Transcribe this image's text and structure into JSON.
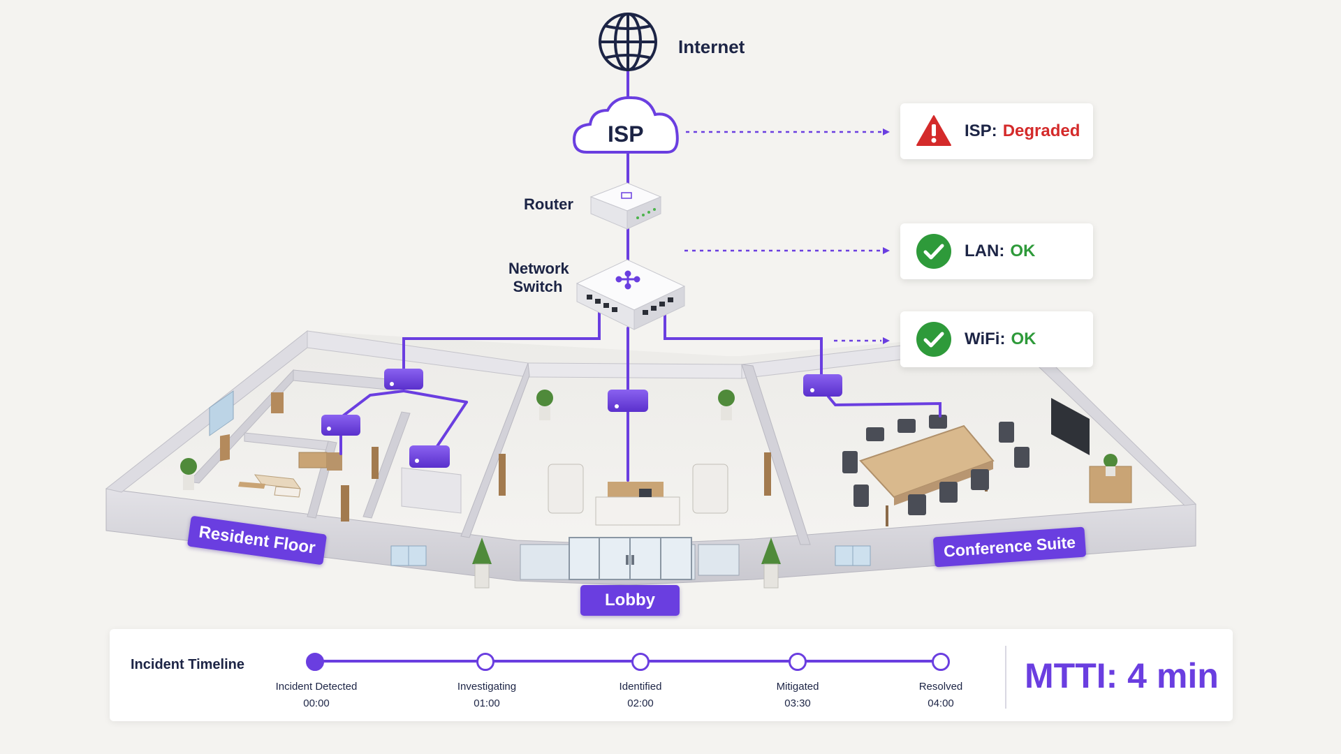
{
  "topology": {
    "internet_label": "Internet",
    "isp_label": "ISP",
    "router_label": "Router",
    "switch_label_line1": "Network",
    "switch_label_line2": "Switch"
  },
  "status": [
    {
      "key": "ISP:",
      "value": "Degraded",
      "icon": "warning-triangle-icon",
      "color": "#d42a2a"
    },
    {
      "key": "LAN:",
      "value": "OK",
      "icon": "check-circle-icon",
      "color": "#2e9a3a"
    },
    {
      "key": "WiFi:",
      "value": "OK",
      "icon": "check-circle-icon",
      "color": "#2e9a3a"
    }
  ],
  "zones": {
    "resident": "Resident Floor",
    "lobby": "Lobby",
    "conference": "Conference Suite"
  },
  "timeline": {
    "title": "Incident Timeline",
    "steps": [
      {
        "name": "Incident Detected",
        "time": "00:00",
        "done": true
      },
      {
        "name": "Investigating",
        "time": "01:00",
        "done": false
      },
      {
        "name": "Identified",
        "time": "02:00",
        "done": false
      },
      {
        "name": "Mitigated",
        "time": "03:30",
        "done": false
      },
      {
        "name": "Resolved",
        "time": "04:00",
        "done": false
      }
    ],
    "mtti": "MTTI: 4 min"
  },
  "colors": {
    "accent": "#6a3ee0",
    "ok": "#2e9a3a",
    "error": "#d42a2a",
    "navy": "#1c2445"
  }
}
